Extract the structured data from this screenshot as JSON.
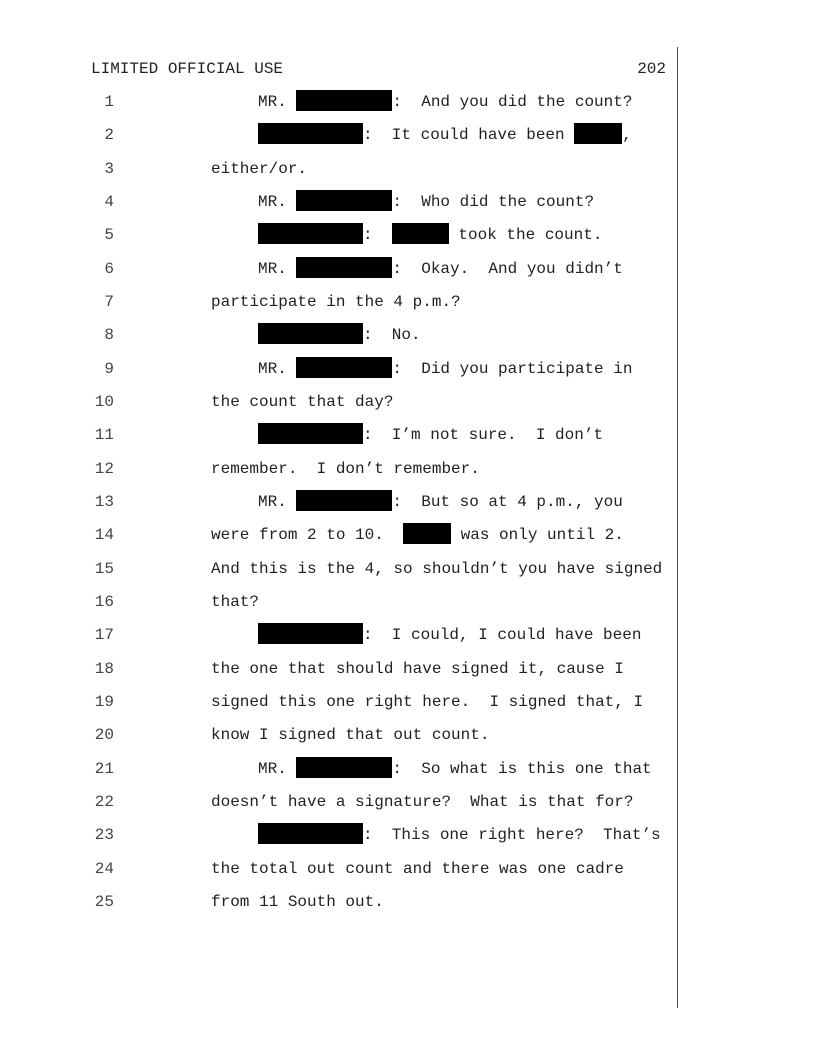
{
  "header": {
    "left": "LIMITED OFFICIAL USE",
    "page_number": "202"
  },
  "lines": [
    {
      "num": "1",
      "indent": true,
      "segs": [
        {
          "t": "MR. "
        },
        {
          "r": "name"
        },
        {
          "t": ":  And you did the count?"
        }
      ]
    },
    {
      "num": "2",
      "indent": true,
      "segs": [
        {
          "r": "speaker"
        },
        {
          "t": ":  It could have been "
        },
        {
          "r": "short"
        },
        {
          "t": ","
        }
      ]
    },
    {
      "num": "3",
      "indent": false,
      "segs": [
        {
          "t": "either/or."
        }
      ]
    },
    {
      "num": "4",
      "indent": true,
      "segs": [
        {
          "t": "MR. "
        },
        {
          "r": "name"
        },
        {
          "t": ":  Who did the count?"
        }
      ]
    },
    {
      "num": "5",
      "indent": true,
      "segs": [
        {
          "r": "speaker"
        },
        {
          "t": ":  "
        },
        {
          "r": "mid"
        },
        {
          "t": " took the count."
        }
      ]
    },
    {
      "num": "6",
      "indent": true,
      "segs": [
        {
          "t": "MR. "
        },
        {
          "r": "name"
        },
        {
          "t": ":  Okay.  And you didn’t"
        }
      ]
    },
    {
      "num": "7",
      "indent": false,
      "segs": [
        {
          "t": "participate in the 4 p.m.?"
        }
      ]
    },
    {
      "num": "8",
      "indent": true,
      "segs": [
        {
          "r": "speaker"
        },
        {
          "t": ":  No."
        }
      ]
    },
    {
      "num": "9",
      "indent": true,
      "segs": [
        {
          "t": "MR. "
        },
        {
          "r": "name"
        },
        {
          "t": ":  Did you participate in"
        }
      ]
    },
    {
      "num": "10",
      "indent": false,
      "segs": [
        {
          "t": "the count that day?"
        }
      ]
    },
    {
      "num": "11",
      "indent": true,
      "segs": [
        {
          "r": "speaker"
        },
        {
          "t": ":  I’m not sure.  I don’t"
        }
      ]
    },
    {
      "num": "12",
      "indent": false,
      "segs": [
        {
          "t": "remember.  I don’t remember."
        }
      ]
    },
    {
      "num": "13",
      "indent": true,
      "segs": [
        {
          "t": "MR. "
        },
        {
          "r": "name"
        },
        {
          "t": ":  But so at 4 p.m., you"
        }
      ]
    },
    {
      "num": "14",
      "indent": false,
      "segs": [
        {
          "t": "were from 2 to 10.  "
        },
        {
          "r": "short"
        },
        {
          "t": " was only until 2."
        }
      ]
    },
    {
      "num": "15",
      "indent": false,
      "segs": [
        {
          "t": "And this is the 4, so shouldn’t you have signed"
        }
      ]
    },
    {
      "num": "16",
      "indent": false,
      "segs": [
        {
          "t": "that?"
        }
      ]
    },
    {
      "num": "17",
      "indent": true,
      "segs": [
        {
          "r": "speaker"
        },
        {
          "t": ":  I could, I could have been"
        }
      ]
    },
    {
      "num": "18",
      "indent": false,
      "segs": [
        {
          "t": "the one that should have signed it, cause I"
        }
      ]
    },
    {
      "num": "19",
      "indent": false,
      "segs": [
        {
          "t": "signed this one right here.  I signed that, I"
        }
      ]
    },
    {
      "num": "20",
      "indent": false,
      "segs": [
        {
          "t": "know I signed that out count."
        }
      ]
    },
    {
      "num": "21",
      "indent": true,
      "segs": [
        {
          "t": "MR. "
        },
        {
          "r": "name"
        },
        {
          "t": ":  So what is this one that"
        }
      ]
    },
    {
      "num": "22",
      "indent": false,
      "segs": [
        {
          "t": "doesn’t have a signature?  What is that for?"
        }
      ]
    },
    {
      "num": "23",
      "indent": true,
      "segs": [
        {
          "r": "speaker"
        },
        {
          "t": ":  This one right here?  That’s"
        }
      ]
    },
    {
      "num": "24",
      "indent": false,
      "segs": [
        {
          "t": "the total out count and there was one cadre"
        }
      ]
    },
    {
      "num": "25",
      "indent": false,
      "segs": [
        {
          "t": "from 11 South out."
        }
      ]
    }
  ]
}
